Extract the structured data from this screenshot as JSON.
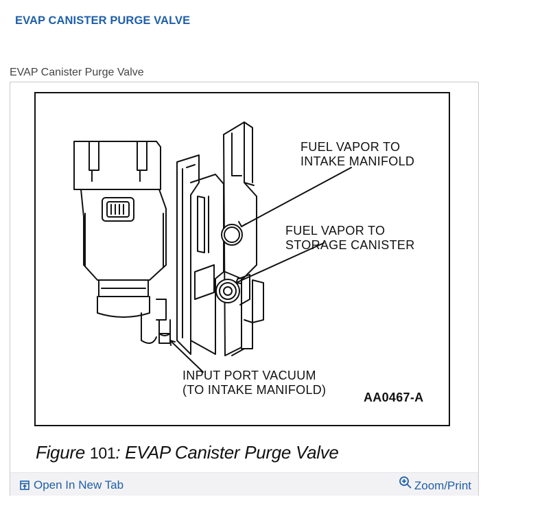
{
  "header": {
    "title": "EVAP CANISTER PURGE VALVE"
  },
  "figure": {
    "top_caption": "EVAP Canister Purge Valve",
    "callouts": {
      "vapor_to_manifold": "FUEL VAPOR TO\nINTAKE MANIFOLD",
      "vapor_to_canister": "FUEL VAPOR TO\nSTORAGE CANISTER",
      "input_port": "INPUT PORT VACUUM\n(TO INTAKE MANIFOLD)",
      "code": "AA0467-A"
    },
    "caption_prefix": "Figure",
    "caption_number": "101",
    "caption_text": ": EVAP Canister Purge Valve"
  },
  "toolbar": {
    "open_label": "Open In New Tab",
    "zoom_label": "Zoom/Print"
  },
  "colors": {
    "link": "#1f5fa8",
    "toolbar_bg": "#f2f2f4"
  },
  "icons": {
    "open": "open-new-tab-icon",
    "zoom": "zoom-icon"
  }
}
